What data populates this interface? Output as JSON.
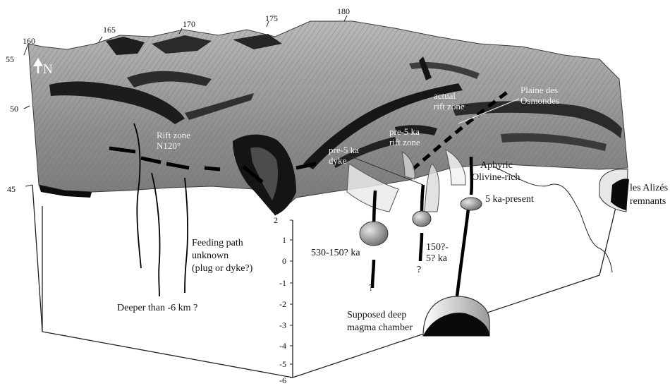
{
  "north_label": "N",
  "top_axis_ticks": [
    "160",
    "165",
    "170",
    "175",
    "180"
  ],
  "left_axis_ticks": [
    "55",
    "50",
    "45"
  ],
  "depth_axis_ticks": [
    "2",
    "1",
    "0",
    "-1",
    "-2",
    "-3",
    "-4",
    "-5",
    "-6"
  ],
  "labels": {
    "rift_zone_n120": [
      "Rift zone",
      "N120°"
    ],
    "actual_rift_zone": [
      "actual",
      "rift zone"
    ],
    "plaine_des_osmondes": [
      "Plaine des",
      "Osmondes"
    ],
    "pre5ka_rift_zone": [
      "pre-5 ka",
      "rift zone"
    ],
    "pre5ka_dyke": [
      "pre-5 ka",
      "dyke"
    ],
    "aphyric": "Aphyric",
    "olivine_rich": "Olivine-rich",
    "les_alizes_remnants": [
      "les Alizés",
      "remnants"
    ],
    "feeding_path": [
      "Feeding path",
      "unknown",
      "(plug or dyke?)"
    ],
    "ka_530_150": "530-150? ka",
    "ka_150_5": [
      "150?-",
      "5? ka"
    ],
    "ka_5_present": "5 ka-present",
    "question_a": "?",
    "question_b": "?",
    "deeper_than": "Deeper than -6 km ?",
    "deep_chamber": [
      "Supposed deep",
      "magma chamber"
    ]
  },
  "colors": {
    "terrain": "#8c8c8c",
    "terrain_dark": "#1e1e1e",
    "magma_body": "#a9a9a9",
    "chamber_fill": "#0a0a0a"
  }
}
